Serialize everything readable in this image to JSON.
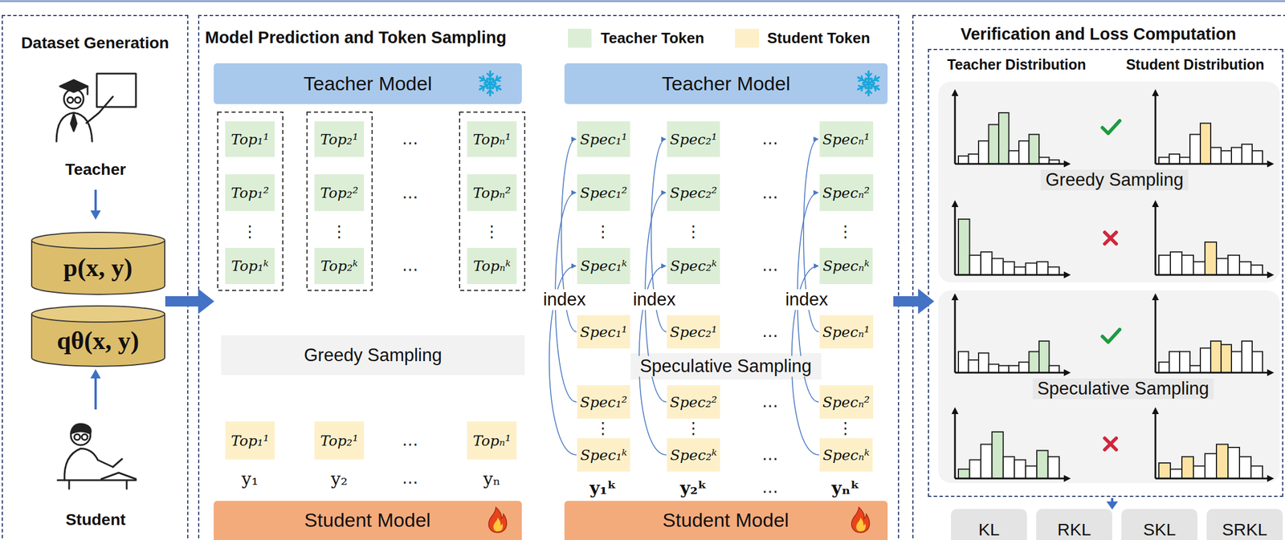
{
  "diagram": {
    "nodes": [
      {
        "text": [
          "Dataset Generation"
        ]
      },
      {
        "text": [
          "p(x, y)"
        ],
        "in": 0
      },
      {
        "text": [
          "qθ(x, y)"
        ],
        "in": 0
      },
      {
        "text": [
          "Model Prediction and Token Sampling"
        ]
      },
      {
        "text": [
          "Teacher Model"
        ],
        "in": 3
      },
      {
        "text": [
          "Teacher Model"
        ],
        "in": 3
      },
      {
        "text": [
          "Top₁¹"
        ],
        "in": 3
      },
      {
        "text": [
          "Top₁²"
        ],
        "in": 3
      },
      {
        "text": [
          "Top₁ᵏ"
        ],
        "in": 3
      },
      {
        "text": [
          "Top₂¹"
        ],
        "in": 3
      },
      {
        "text": [
          "Top₂²"
        ],
        "in": 3
      },
      {
        "text": [
          "Top₂ᵏ"
        ],
        "in": 3
      },
      {
        "text": [
          "Topₙ¹"
        ],
        "in": 3
      },
      {
        "text": [
          "Topₙ²"
        ],
        "in": 3
      },
      {
        "text": [
          "Topₙᵏ"
        ],
        "in": 3
      },
      {
        "text": [
          "Spec₁¹"
        ],
        "in": 3
      },
      {
        "text": [
          "Spec₁²"
        ],
        "in": 3
      },
      {
        "text": [
          "Spec₁ᵏ"
        ],
        "in": 3
      },
      {
        "text": [
          "Spec₂¹"
        ],
        "in": 3
      },
      {
        "text": [
          "Spec₂²"
        ],
        "in": 3
      },
      {
        "text": [
          "Spec₂ᵏ"
        ],
        "in": 3
      },
      {
        "text": [
          "Specₙ¹"
        ],
        "in": 3
      },
      {
        "text": [
          "Specₙ²"
        ],
        "in": 3
      },
      {
        "text": [
          "Specₙᵏ"
        ],
        "in": 3
      },
      {
        "text": [
          "Greedy Sampling"
        ],
        "in": 3
      },
      {
        "text": [
          "Top₁¹"
        ],
        "in": 3
      },
      {
        "text": [
          "Top₂¹"
        ],
        "in": 3
      },
      {
        "text": [
          "Topₙ¹"
        ],
        "in": 3
      },
      {
        "text": [
          "Spec₁¹"
        ],
        "in": 3
      },
      {
        "text": [
          "Spec₁²"
        ],
        "in": 3
      },
      {
        "text": [
          "Spec₁ᵏ"
        ],
        "in": 3
      },
      {
        "text": [
          "Spec₂¹"
        ],
        "in": 3
      },
      {
        "text": [
          "Spec₂²"
        ],
        "in": 3
      },
      {
        "text": [
          "Spec₂ᵏ"
        ],
        "in": 3
      },
      {
        "text": [
          "Specₙ¹"
        ],
        "in": 3
      },
      {
        "text": [
          "Specₙ²"
        ],
        "in": 3
      },
      {
        "text": [
          "Specₙᵏ"
        ],
        "in": 3
      },
      {
        "text": [
          "Speculative Sampling"
        ],
        "in": 3
      },
      {
        "text": [
          "Student Model"
        ],
        "in": 3
      },
      {
        "text": [
          "Student Model"
        ],
        "in": 3
      },
      {
        "text": [
          "Verification and Loss Computation"
        ]
      },
      {
        "text": [
          "Teacher Distribution",
          "Student Distribution"
        ],
        "in": 40
      },
      {
        "text": [
          "Greedy Sampling"
        ],
        "in": 41
      },
      {
        "text": [
          "Speculative Sampling"
        ],
        "in": 41
      },
      {
        "text": [
          "KL"
        ],
        "in": 40
      },
      {
        "text": [
          "RKL"
        ],
        "in": 40
      },
      {
        "text": [
          "SKL"
        ],
        "in": 40
      },
      {
        "text": [
          "SRKL"
        ],
        "in": 40
      }
    ],
    "edges": [
      {
        "from": 0,
        "to": 3,
        "arrow": "to"
      },
      {
        "from": 3,
        "to": 40,
        "arrow": "to"
      },
      {
        "from": 28,
        "to": 15,
        "arrow": "to",
        "label": "index"
      },
      {
        "from": 29,
        "to": 16,
        "arrow": "to"
      },
      {
        "from": 30,
        "to": 17,
        "arrow": "to"
      },
      {
        "from": 31,
        "to": 18,
        "arrow": "to",
        "label": "index"
      },
      {
        "from": 32,
        "to": 19,
        "arrow": "to"
      },
      {
        "from": 33,
        "to": 20,
        "arrow": "to"
      },
      {
        "from": 34,
        "to": 21,
        "arrow": "to",
        "label": "index"
      },
      {
        "from": 35,
        "to": 22,
        "arrow": "to"
      },
      {
        "from": 36,
        "to": 23,
        "arrow": "to"
      }
    ],
    "labels": [
      "Teacher",
      "Student",
      "…",
      "…",
      "⋮",
      "⋮",
      "⋮",
      "…",
      "…",
      "…",
      "⋮",
      "⋮",
      "⋮",
      "…",
      "…",
      "y₁",
      "y₂",
      "…",
      "yₙ",
      "…",
      "…",
      "⋮",
      "⋮",
      "⋮",
      "…",
      "y₁ᵏ",
      "y₂ᵏ",
      "…",
      "yₙᵏ"
    ],
    "legend": [
      {
        "text": "Teacher Token",
        "color": "#dcefd6"
      },
      {
        "text": "Student Token",
        "color": "#fdf0c9"
      }
    ]
  }
}
